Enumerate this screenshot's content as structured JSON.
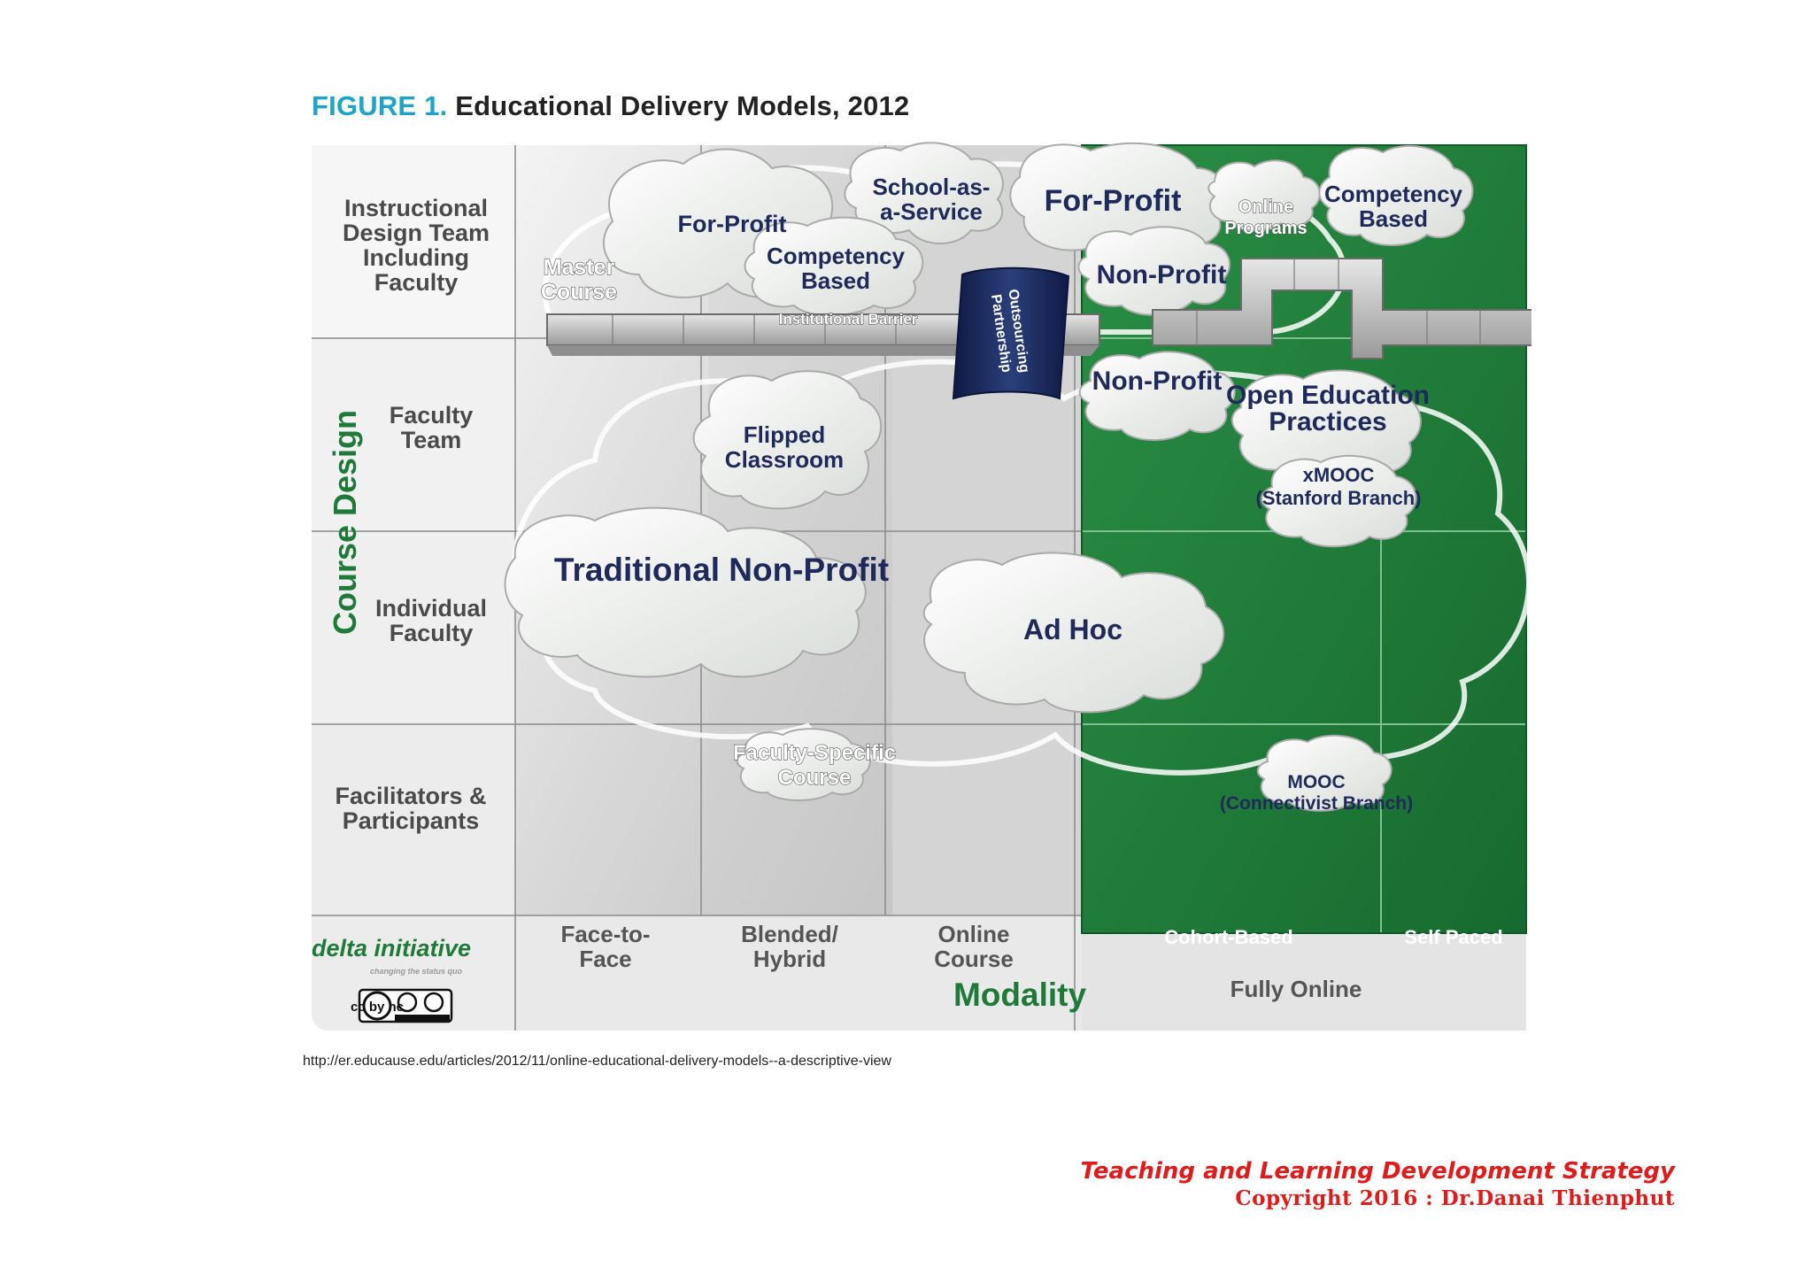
{
  "figure": {
    "number": "FIGURE 1.",
    "title": "Educational Delivery Models, 2012"
  },
  "axes": {
    "y_title": "Course Design",
    "x_title": "Modality",
    "rows": [
      {
        "line1": "Instructional",
        "line2": "Design Team",
        "line3": "Including",
        "line4": "Faculty"
      },
      {
        "line1": "Faculty",
        "line2": "Team"
      },
      {
        "line1": "Individual",
        "line2": "Faculty"
      },
      {
        "line1": "Facilitators &",
        "line2": "Participants"
      }
    ],
    "columns": [
      {
        "line1": "Face-to-",
        "line2": "Face"
      },
      {
        "line1": "Blended/",
        "line2": "Hybrid"
      },
      {
        "line1": "Online",
        "line2": "Course"
      },
      {
        "line1": "Cohort-Based"
      },
      {
        "line1": "Self Paced"
      }
    ],
    "fully_online": "Fully Online"
  },
  "models": {
    "for_profit_left": "For-Profit",
    "school_as_service_1": "School-as-",
    "school_as_service_2": "a-Service",
    "for_profit_right": "For-Profit",
    "online_programs_1": "Online",
    "online_programs_2": "Programs",
    "competency_right_1": "Competency",
    "competency_right_2": "Based",
    "master_course_1": "Master",
    "master_course_2": "Course",
    "competency_mid_1": "Competency",
    "competency_mid_2": "Based",
    "non_profit_top": "Non-Profit",
    "institutional_barrier": "Institutional Barrier",
    "outsourcing_1": "Outsourcing",
    "outsourcing_2": "Partnership",
    "non_profit_mid": "Non-Profit",
    "oep_1": "Open Education",
    "oep_2": "Practices",
    "flipped_1": "Flipped",
    "flipped_2": "Classroom",
    "xmooc_1": "xMOOC",
    "xmooc_2": "(Stanford Branch)",
    "traditional": "Traditional Non-Profit",
    "ad_hoc": "Ad Hoc",
    "faculty_specific_1": "Faculty-Specific",
    "faculty_specific_2": "Course",
    "mooc_1": "MOOC",
    "mooc_2": "(Connectivist Branch)"
  },
  "branding": {
    "logo_name": "delta initiative",
    "tagline": "changing the status quo",
    "license": "cc by nc"
  },
  "source_url": "http://er.educause.edu/articles/2012/11/online-educational-delivery-models--a-descriptive-view",
  "credit": {
    "line1": "Teaching and Learning  Development Strategy",
    "line2": "Copyright  2016 : Dr.Danai  Thienphut"
  },
  "colors": {
    "title_accent": "#1ea3c9",
    "fully_online_green": "#1f7a3a",
    "navy_text": "#1f2a5a",
    "credit_red": "#e01b1b"
  }
}
